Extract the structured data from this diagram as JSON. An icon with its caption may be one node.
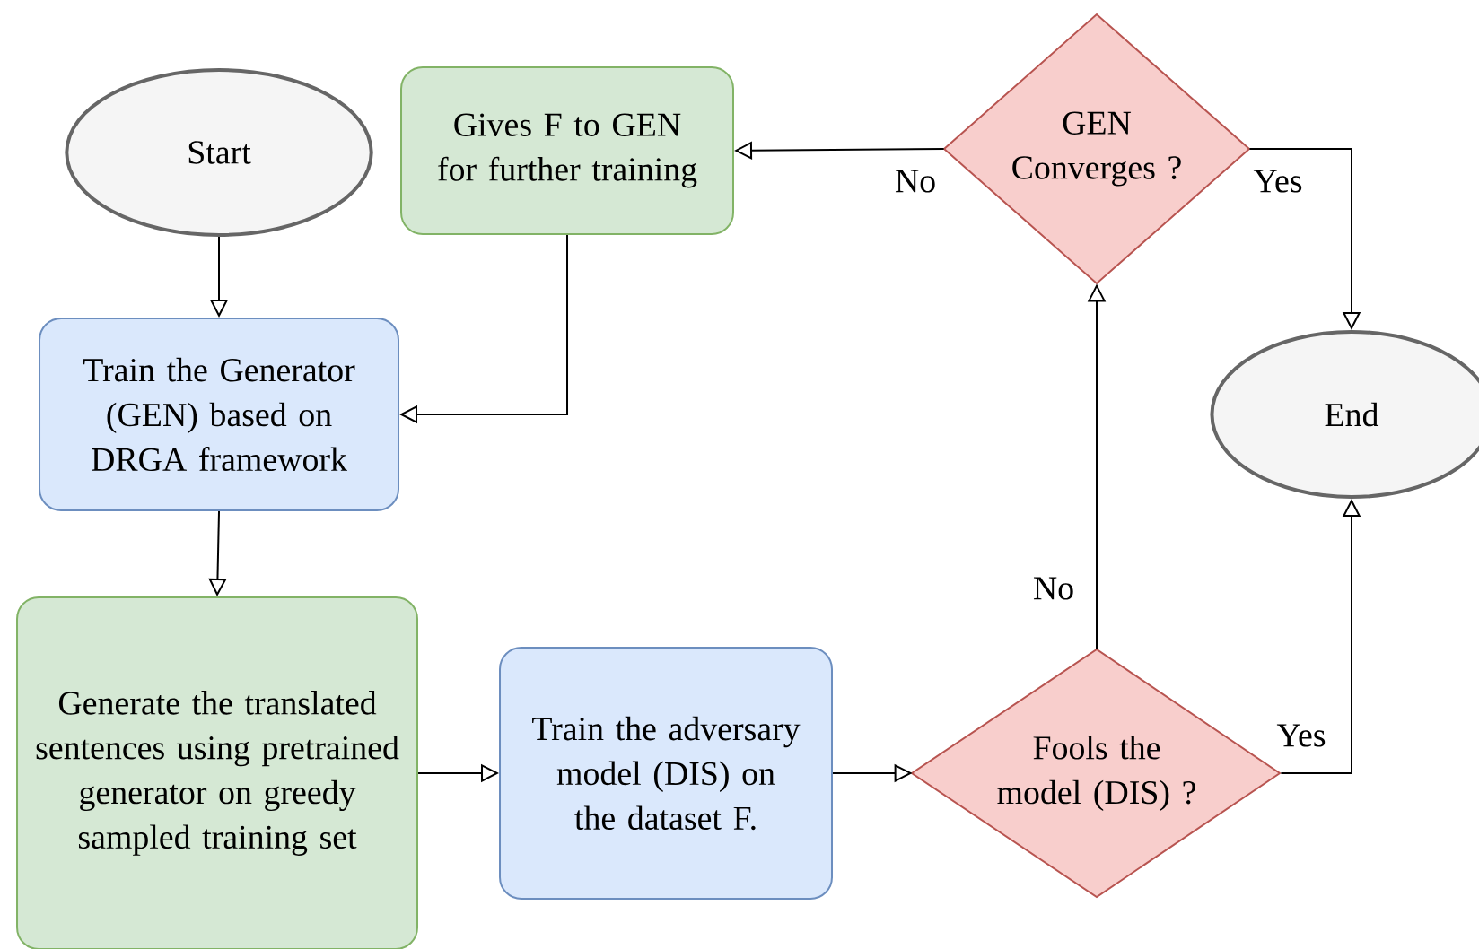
{
  "diagram": {
    "nodes": [
      {
        "text": [
          "Start"
        ]
      },
      {
        "text": [
          "Gives F to GEN for further training"
        ]
      },
      {
        "text": [
          "GEN Converges ?"
        ]
      },
      {
        "text": [
          "Train the Generator (GEN) based on DRGA framework"
        ]
      },
      {
        "text": [
          "End"
        ]
      },
      {
        "text": [
          "Generate the translated sentences using pretrained generator on greedy sampled training set"
        ]
      },
      {
        "text": [
          "Train the adversary model (DIS) on the dataset F."
        ]
      },
      {
        "text": [
          "Fools the model (DIS) ?"
        ]
      }
    ],
    "edges": [
      {
        "from": 0,
        "to": 3,
        "arrow": "to"
      },
      {
        "from": 1,
        "to": 3,
        "arrow": "to"
      },
      {
        "from": 2,
        "to": 1,
        "arrow": "to",
        "label": "No"
      },
      {
        "from": 2,
        "to": 4,
        "arrow": "to",
        "label": "Yes"
      },
      {
        "from": 3,
        "to": 5,
        "arrow": "to"
      },
      {
        "from": 5,
        "to": 6,
        "arrow": "to"
      },
      {
        "from": 6,
        "to": 7,
        "arrow": "to"
      },
      {
        "from": 7,
        "to": 2,
        "arrow": "to",
        "label": "No"
      },
      {
        "from": 7,
        "to": 4,
        "arrow": "to",
        "label": "Yes"
      }
    ]
  }
}
